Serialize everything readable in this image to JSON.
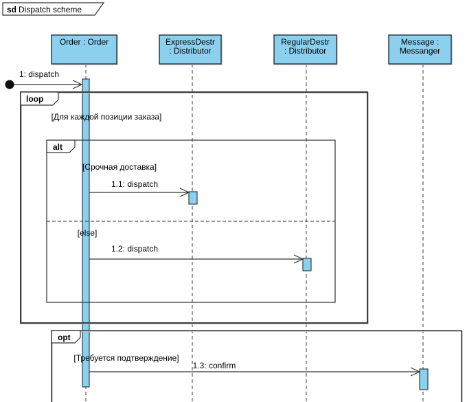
{
  "diagram": {
    "title": {
      "keyword": "sd",
      "name": "Dispatch scheme"
    },
    "lifelines": [
      {
        "id": "order",
        "line1": "Order : Order",
        "line2": ""
      },
      {
        "id": "express",
        "line1": "ExpressDestr",
        "line2": ": Distributor"
      },
      {
        "id": "regular",
        "line1": "RegularDestr",
        "line2": ": Distributor"
      },
      {
        "id": "message",
        "line1": "Message :",
        "line2": "Messanger"
      }
    ],
    "fragments": {
      "loop": {
        "operator": "loop",
        "guard": "[Для каждой позиции заказа]"
      },
      "alt": {
        "operator": "alt",
        "guard1": "[Срочная доставка]",
        "guard2": "[else]"
      },
      "opt": {
        "operator": "opt",
        "guard": "[Требуется подтверждение]"
      }
    },
    "messages": {
      "m1": {
        "label": "1: dispatch"
      },
      "m1_1": {
        "label": "1.1: dispatch"
      },
      "m1_2": {
        "label": "1.2: dispatch"
      },
      "m1_3": {
        "label": "1.3: confirm"
      }
    },
    "colors": {
      "lifeline_fill": "#8BD0EE",
      "lifeline_border": "#2F3C45",
      "frame_line": "#3D3D3D",
      "message_line": "#333333"
    }
  }
}
